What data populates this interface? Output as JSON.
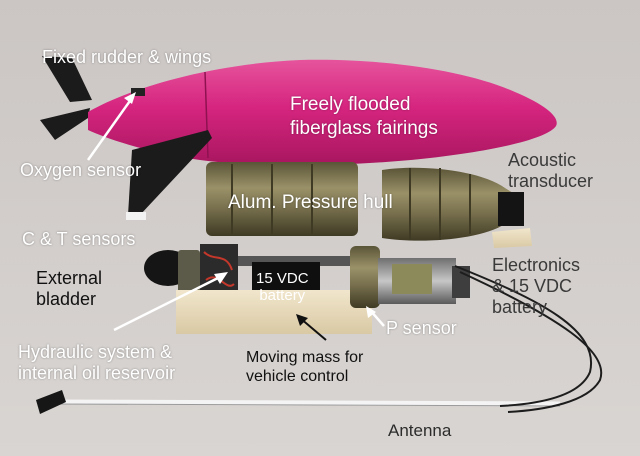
{
  "scene": {
    "colors": {
      "background": "#cbc6c4",
      "fairing": "#d6257f",
      "hull": "#7b7350",
      "label_white": "#ffffff",
      "label_dark": "#111111"
    }
  },
  "labels": {
    "rudder": "Fixed rudder & wings",
    "fairings_line1": "Freely flooded",
    "fairings_line2": "fiberglass fairings",
    "oxygen": "Oxygen sensor",
    "acoustic_line1": "Acoustic",
    "acoustic_line2": "transducer",
    "hull": "Alum. Pressure hull",
    "ct": "C & T sensors",
    "bladder_line1": "External",
    "bladder_line2": "bladder",
    "battery_inner_line1": "15 VDC",
    "battery_inner_line2": "battery",
    "electronics_line1": "Electronics",
    "electronics_line2": "& 15 VDC",
    "electronics_line3": "battery",
    "psensor": "P sensor",
    "hydraulic_line1": "Hydraulic system &",
    "hydraulic_line2": "internal oil reservoir",
    "moving_line1": "Moving mass for",
    "moving_line2": "vehicle control",
    "antenna": "Antenna"
  }
}
